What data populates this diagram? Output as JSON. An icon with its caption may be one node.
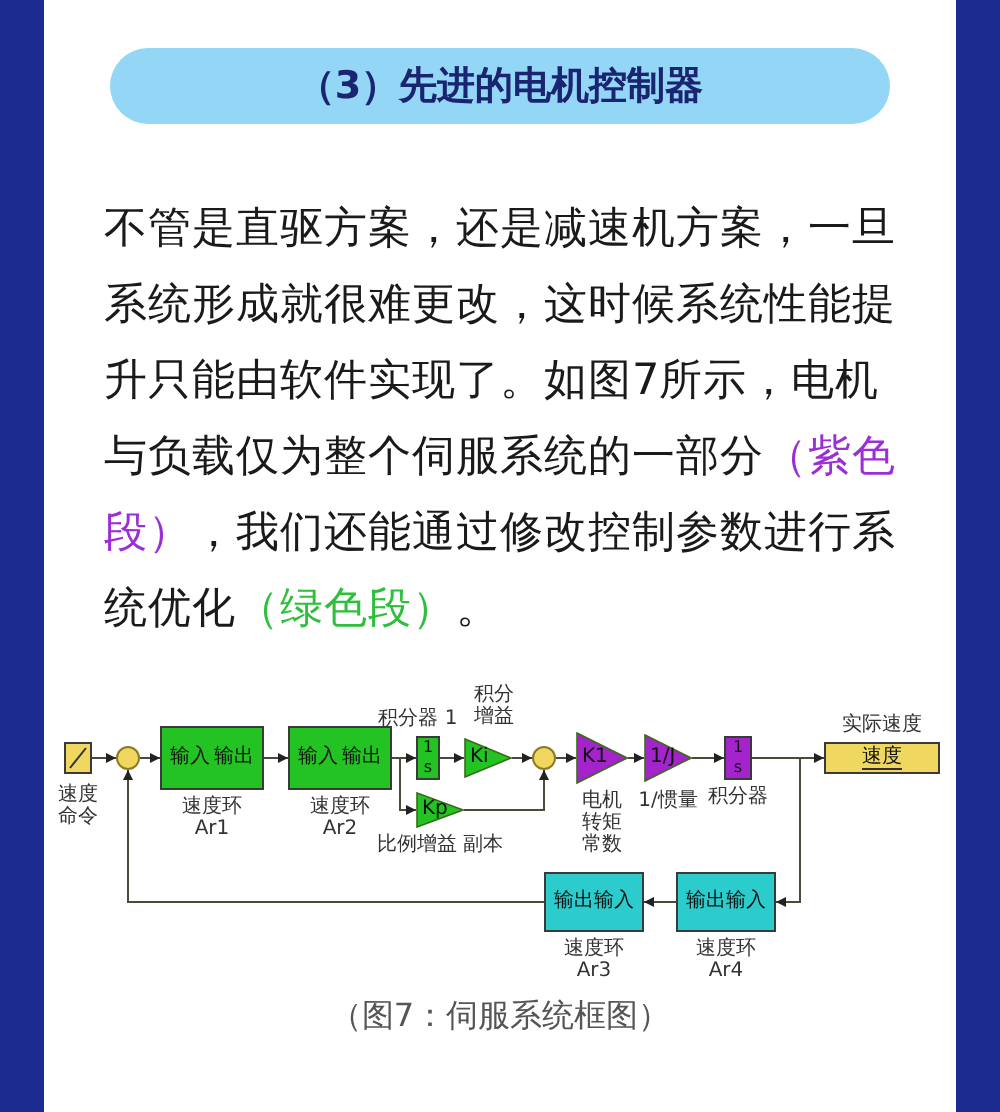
{
  "diagram": {
    "title": "（3）先进的电机控制器",
    "caption": "（图7：伺服系统框图）",
    "nodes": [
      {
        "text": [],
        "shape": "box",
        "beside": [
          "速度命令"
        ]
      },
      {
        "text": [],
        "shape": "circle"
      },
      {
        "text": [
          "输入",
          "输出"
        ],
        "beside": [
          "速度环 Ar1"
        ]
      },
      {
        "text": [
          "输入",
          "输出"
        ],
        "beside": [
          "速度环 Ar2"
        ]
      },
      {
        "text": [
          "1",
          "s"
        ],
        "beside": [
          "积分器 1"
        ]
      },
      {
        "text": [
          "Ki"
        ],
        "beside": [
          "积分增益"
        ]
      },
      {
        "text": [
          "Kp"
        ],
        "beside": [
          "比例增益 副本"
        ]
      },
      {
        "text": [],
        "shape": "circle"
      },
      {
        "text": [
          "K1"
        ],
        "beside": [
          "电机转矩常数"
        ]
      },
      {
        "text": [
          "1/J"
        ],
        "beside": [
          "1/惯量"
        ]
      },
      {
        "text": [
          "1",
          "s"
        ],
        "beside": [
          "积分器"
        ]
      },
      {
        "text": [
          "速度"
        ],
        "beside": [
          "实际速度"
        ]
      },
      {
        "text": [
          "输出",
          "输入"
        ],
        "beside": [
          "速度环 Ar3"
        ]
      },
      {
        "text": [
          "输出",
          "输入"
        ],
        "beside": [
          "速度环 Ar4"
        ]
      }
    ],
    "edges": [
      {
        "from": 0,
        "to": 1,
        "arrow": "to"
      },
      {
        "from": 1,
        "to": 2,
        "arrow": "to"
      },
      {
        "from": 2,
        "to": 3,
        "arrow": "to"
      },
      {
        "from": 3,
        "to": 4,
        "arrow": "to"
      },
      {
        "from": 3,
        "to": 6,
        "arrow": "to"
      },
      {
        "from": 4,
        "to": 5,
        "arrow": "to"
      },
      {
        "from": 5,
        "to": 7,
        "arrow": "to"
      },
      {
        "from": 6,
        "to": 7,
        "arrow": "to"
      },
      {
        "from": 7,
        "to": 8,
        "arrow": "to"
      },
      {
        "from": 8,
        "to": 9,
        "arrow": "to"
      },
      {
        "from": 9,
        "to": 10,
        "arrow": "to"
      },
      {
        "from": 10,
        "to": 11,
        "arrow": "to"
      },
      {
        "from": 10,
        "to": 13,
        "arrow": "to"
      },
      {
        "from": 13,
        "to": 12,
        "arrow": "to"
      },
      {
        "from": 12,
        "to": 1,
        "arrow": "to"
      }
    ],
    "labels": [
      "不管是直驱方案，还是减速机方案，一旦系统形成就很难更改，这时候系统性能提升只能由软件实现了。如图7所示，电机与负载仅为整个伺服系统的一部分",
      "（紫色段）",
      "，我们还能通过修改控制参数进行系统优化",
      "（绿色段）",
      "。"
    ]
  }
}
